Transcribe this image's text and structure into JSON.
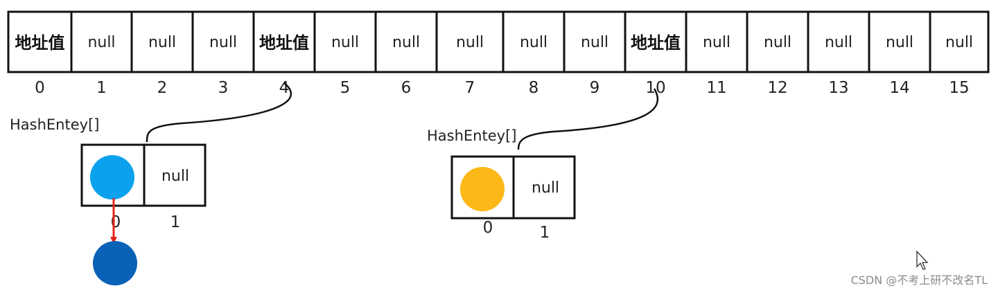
{
  "main_array": {
    "cells": [
      "地址值",
      "null",
      "null",
      "null",
      "地址值",
      "null",
      "null",
      "null",
      "null",
      "null",
      "地址值",
      "null",
      "null",
      "null",
      "null",
      "null"
    ],
    "indices": [
      "0",
      "1",
      "2",
      "3",
      "4",
      "5",
      "6",
      "7",
      "8",
      "9",
      "10",
      "11",
      "12",
      "13",
      "14",
      "15"
    ]
  },
  "entry_arrays": [
    {
      "label": "HashEntey[]",
      "linked_from_index": 4,
      "cells": [
        "",
        "null"
      ],
      "indices": [
        "0",
        "1"
      ],
      "node_color": "#0ba1ef",
      "chained_node_color": "#0a62b8",
      "arrow_color": "#e0251b"
    },
    {
      "label": "HashEntey[]",
      "linked_from_index": 10,
      "cells": [
        "",
        "null"
      ],
      "indices": [
        "0",
        "1"
      ],
      "node_color": "#fbb816"
    }
  ],
  "watermark": "CSDN @不考上研不改名TL"
}
